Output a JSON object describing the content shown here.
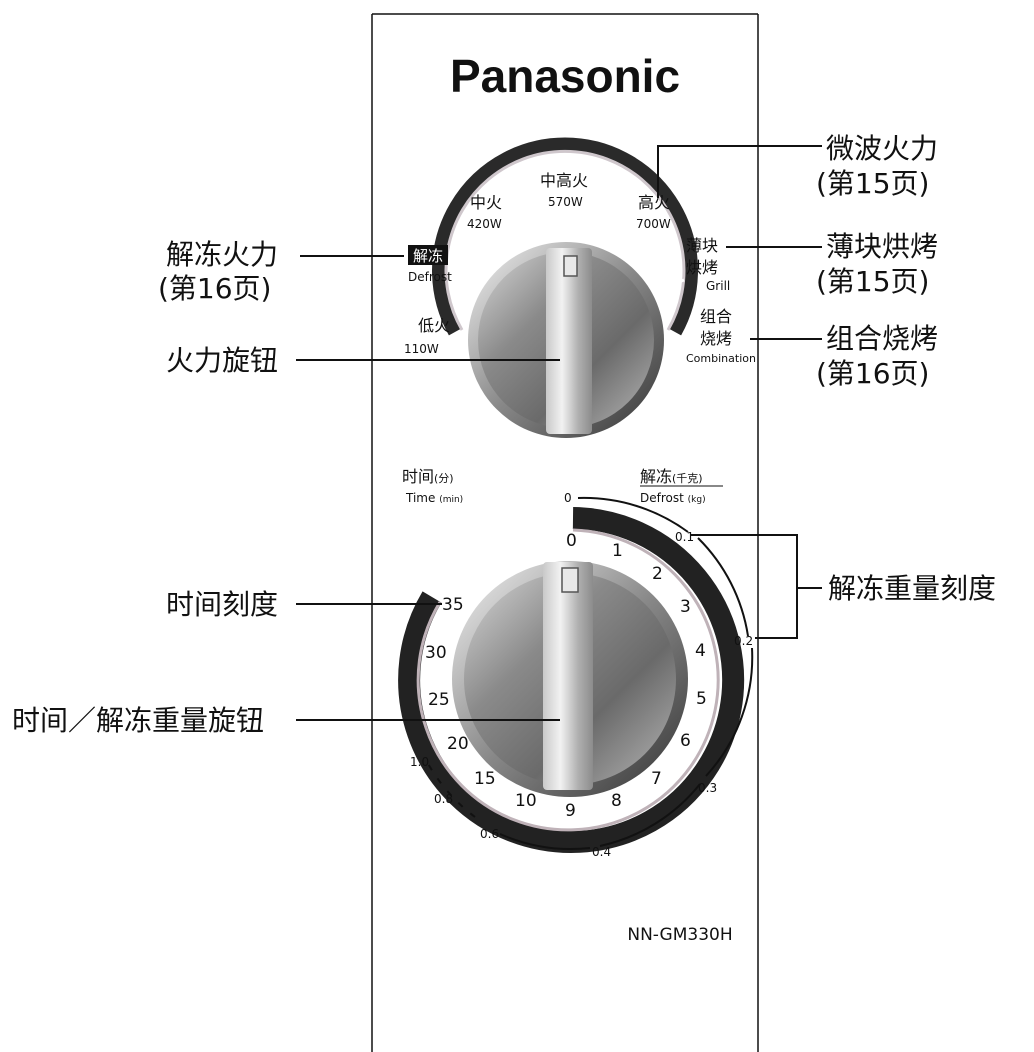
{
  "brand": "Panasonic",
  "model": "NN-GM330H",
  "callouts": {
    "microwave_power": "微波火力",
    "microwave_power_page": "(第15页)",
    "thin_grill": "薄块烘烤",
    "thin_grill_page": "(第15页)",
    "combination": "组合烧烤",
    "combination_page": "(第16页)",
    "defrost_power": "解冻火力",
    "defrost_power_page": "(第16页)",
    "power_knob": "火力旋钮",
    "time_scale": "时间刻度",
    "defrost_weight_scale": "解冻重量刻度",
    "timer_knob": "时间／解冻重量旋钮"
  },
  "power_dial": {
    "low_cn": "低火",
    "low_w": "110W",
    "defrost_cn": "解冻",
    "defrost_en": "Defrost",
    "medium_cn": "中火",
    "medium_w": "420W",
    "med_high_cn": "中高火",
    "med_high_w": "570W",
    "high_cn": "高火",
    "high_w": "700W",
    "grill_cn1": "薄块",
    "grill_cn2": "烘烤",
    "grill_en": "Grill",
    "combo_cn1": "组合",
    "combo_cn2": "烧烤",
    "combo_en": "Combination"
  },
  "timer_dial": {
    "time_cn": "时间",
    "time_cn_unit": "(分)",
    "time_en": "Time",
    "time_en_unit": "(min)",
    "defrost_cn": "解冻",
    "defrost_cn_unit": "(千克)",
    "defrost_en": "Defrost",
    "defrost_en_unit": "(kg)",
    "minute_ticks": [
      "0",
      "1",
      "2",
      "3",
      "4",
      "5",
      "6",
      "7",
      "8",
      "9",
      "10",
      "15",
      "20",
      "25",
      "30",
      "35"
    ],
    "weight_ticks": [
      "0",
      "0.1",
      "0.2",
      "0.3",
      "0.4",
      "0.6",
      "0.8",
      "1.0"
    ]
  }
}
